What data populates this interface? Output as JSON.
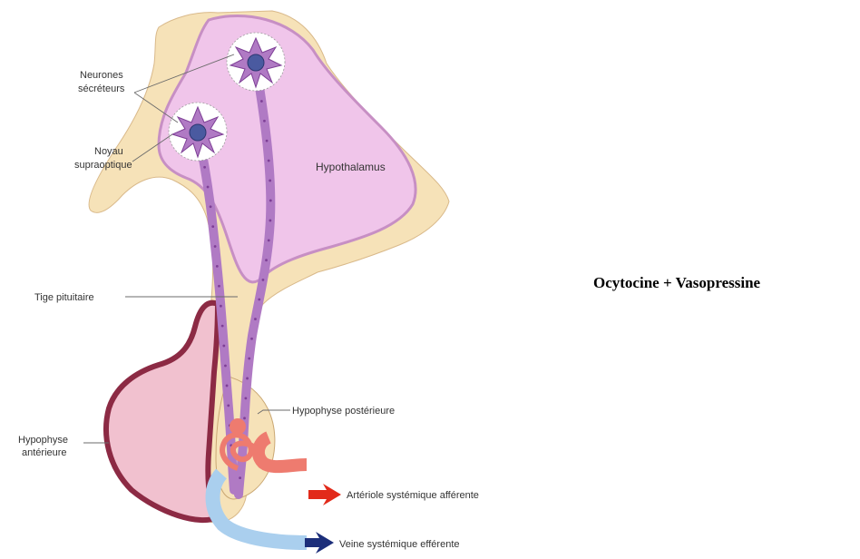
{
  "diagram": {
    "labels": {
      "neurones_secreteurs": [
        "Neurones",
        "sécréteurs"
      ],
      "noyau_supraoptique": [
        "Noyau",
        "supraoptique"
      ],
      "hypothalamus": "Hypothalamus",
      "tige_pituitaire": "Tige pituitaire",
      "hypophyse_posterieure": "Hypophyse postérieure",
      "hypophyse_anterieure": [
        "Hypophyse",
        "antérieure"
      ],
      "arteriole": "Artériole systémique afférente",
      "veine": "Veine systémique efférente"
    },
    "colors": {
      "background_tissue": "#f6e2b8",
      "hypothalamus": "#f0c5ea",
      "hypothalamus_edge": "#c78fc4",
      "anterior_pituitary": "#f1c1cf",
      "anterior_pituitary_edge": "#8c2a44",
      "neuron_tract": "#b07ac4",
      "neuron_tract_dark": "#7e3f96",
      "nucleus": "#4a5aa0",
      "capillary_arterial": "#ee7b6f",
      "capillary_venous": "#aacfee",
      "arrow_in": "#e22a1a",
      "arrow_out": "#1c2e7a"
    }
  },
  "caption": "Ocytocine + Vasopressine"
}
